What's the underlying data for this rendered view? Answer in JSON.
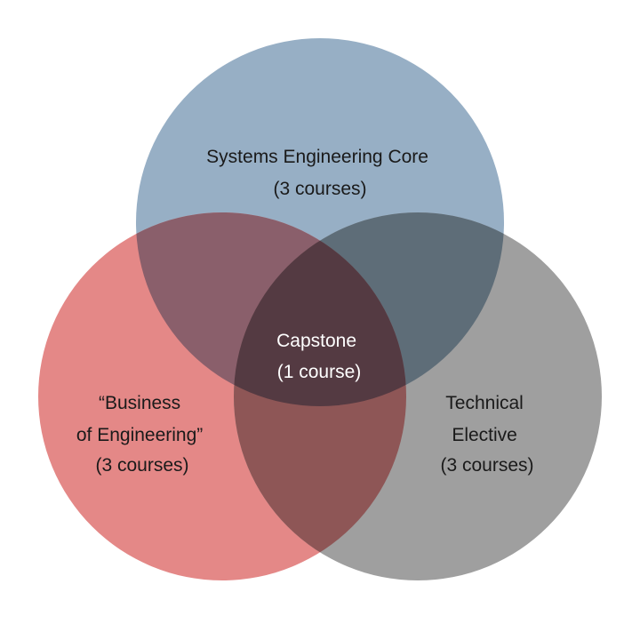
{
  "diagram": {
    "sets": [
      {
        "id": "systems",
        "lines": [
          "Systems Engineering Core",
          "(3 courses)"
        ],
        "color": "#97AFC5"
      },
      {
        "id": "business",
        "lines": [
          "“Business",
          "of Engineering”",
          "(3 courses)"
        ],
        "color": "#E48887"
      },
      {
        "id": "technical",
        "lines": [
          "Technical",
          "Elective",
          "(3 courses)"
        ],
        "color": "#9F9F9F"
      }
    ],
    "overlap_colors": {
      "systems_business": "#8A5F6B",
      "systems_technical": "#5E6D78",
      "business_technical": "#8E5656",
      "all": "#543A42"
    },
    "center": {
      "lines": [
        "Capstone",
        "(1 course)"
      ]
    }
  }
}
